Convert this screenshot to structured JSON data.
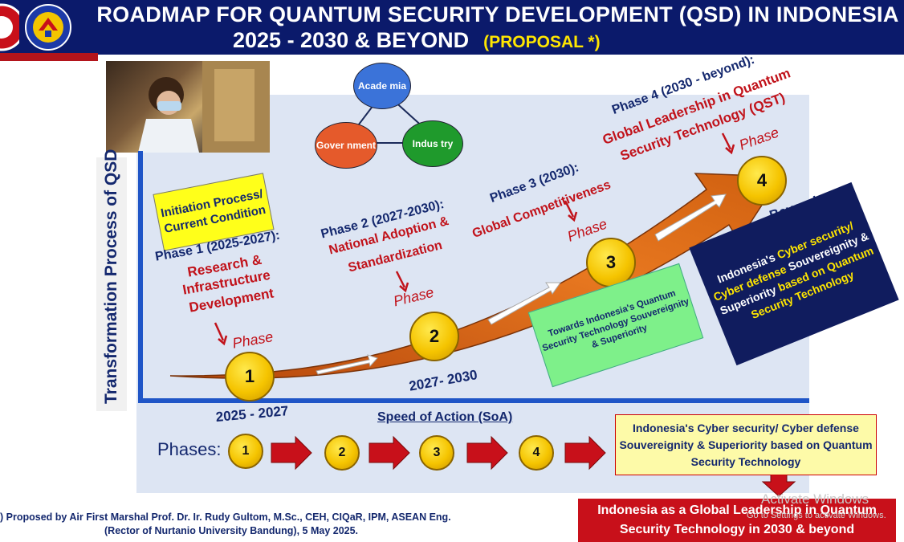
{
  "header": {
    "title_line1": "ROADMAP FOR QUANTUM SECURITY DEVELOPMENT (QSD) IN INDONESIA",
    "title_line2": "2025 - 2030 & BEYOND",
    "proposal": "(PROPOSAL *)"
  },
  "triangle": {
    "academia": "Acade mia",
    "industry": "Indus try",
    "government": "Gover nment"
  },
  "y_axis_label": "Transformation Process of QSD",
  "initiation": "Initiation Process/ Current Condition",
  "phase_word": "Phase",
  "phase1": {
    "heading": "Phase 1 (2025-2027):",
    "desc1": "Research &",
    "desc2": "Infrastructure",
    "desc3": "Development",
    "number": "1",
    "period": "2025 - 2027"
  },
  "phase2": {
    "heading": "Phase 2 (2027-2030):",
    "desc1": "National Adoption &",
    "desc2": "Standardization",
    "number": "2",
    "period": "2027- 2030"
  },
  "phase3": {
    "heading": "Phase 3 (2030):",
    "desc1": "Global Competitiveness",
    "number": "3",
    "period": "2030"
  },
  "phase4": {
    "heading": "Phase 4 (2030 - beyond):",
    "desc1": "Global Leadership in Quantum",
    "desc2": "Security Technology (QST)",
    "number": "4",
    "period": "Beyond"
  },
  "towards_box": "Towards Indonesia's Quantum Security Technology Souvereignity & Superiority",
  "navy_box": {
    "part1": "Indonesia's ",
    "part2": "Cyber security/ Cyber defense",
    "part3": " Souvereignity & Superiority ",
    "part4": "based on Quantum Security Technology"
  },
  "speed_of_action": "Speed of Action (SoA)",
  "phases_label": "Phases:",
  "phases_row": [
    "1",
    "2",
    "3",
    "4"
  ],
  "result_box": "Indonesia's Cyber security/ Cyber defense Souvereignity & Superiority based on Quantum Security Technology",
  "final_box": "Indonesia as a Global Leadership in Quantum Security Technology in 2030 & beyond",
  "footer_line1": ") Proposed by Air First Marshal Prof. Dr. Ir. Rudy Gultom, M.Sc., CEH, CIQaR, IPM, ASEAN Eng.",
  "footer_line2": "(Rector of Nurtanio University Bandung), 5 May 2025.",
  "watermark1": "Activate Windows",
  "watermark2": "Go to Settings to activate Windows.",
  "colors": {
    "navy": "#0b1a6b",
    "red": "#c1121a",
    "arrow": "#e0701a",
    "gold": "#f5c400",
    "panel": "#dde5f3"
  }
}
